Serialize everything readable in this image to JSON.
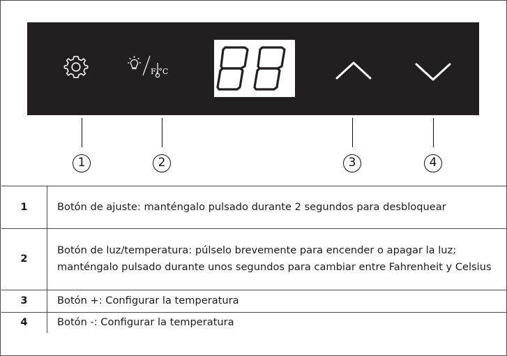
{
  "diagram": {
    "display_digits": "88",
    "temp_unit_label": "F/°C",
    "callouts": [
      "1",
      "2",
      "3",
      "4"
    ]
  },
  "table": {
    "rows": [
      {
        "num": "1",
        "text": "Botón de ajuste: manténgalo pulsado durante 2 segundos para desbloquear"
      },
      {
        "num": "2",
        "text": "Botón de luz/temperatura: púlselo brevemente para encender o apagar la luz; manténgalo pulsado durante unos segundos para cambiar entre Fahrenheit y Celsius"
      },
      {
        "num": "3",
        "text": "Botón +: Configurar la temperatura"
      },
      {
        "num": "4",
        "text": "Botón -: Configurar la temperatura"
      }
    ]
  },
  "icons": {
    "settings": "gear-icon",
    "light_temp": "light-temperature-icon",
    "up": "chevron-up-icon",
    "down": "chevron-down-icon"
  }
}
